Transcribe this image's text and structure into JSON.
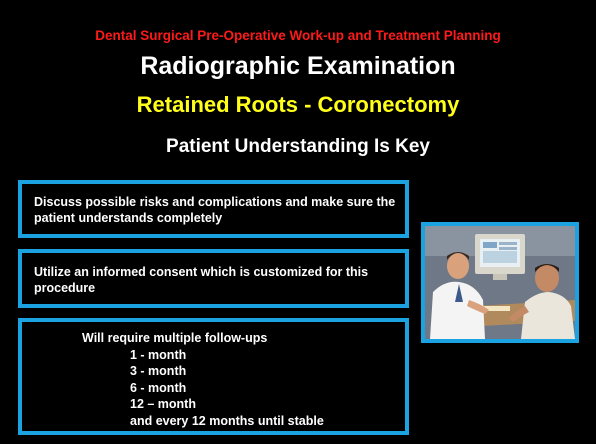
{
  "slide": {
    "supertitle": "Dental Surgical Pre-Operative Work-up and Treatment Planning",
    "title": "Radiographic Examination",
    "subtitle": "Retained Roots - Coronectomy",
    "heading": "Patient Understanding Is Key",
    "boxes": {
      "risks": "Discuss possible risks and complications and make sure the patient understands completely",
      "consent": "Utilize an informed consent which is customized for this procedure",
      "followups": {
        "lead": "Will require multiple follow-ups",
        "schedule": [
          "1  -  month",
          "3  -  month",
          "6  -  month",
          "12 – month",
          "and every 12 months until stable"
        ]
      }
    }
  },
  "colors": {
    "background": "#000000",
    "supertitle": "#ff1a1a",
    "title": "#ffffff",
    "subtitle": "#ffff1a",
    "box_border": "#1aa3e0"
  }
}
